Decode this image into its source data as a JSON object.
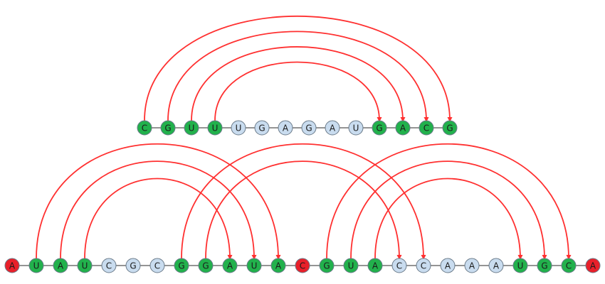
{
  "colors": {
    "paired": "#22b14c",
    "unpaired": "#c9dcef",
    "terminal": "#e8202a",
    "arc": "#ff3030"
  },
  "structures": [
    {
      "id": "hairpin",
      "bases": [
        "C",
        "G",
        "U",
        "U",
        "U",
        "G",
        "A",
        "G",
        "A",
        "U",
        "G",
        "A",
        "C",
        "G"
      ],
      "states": [
        "paired",
        "paired",
        "paired",
        "paired",
        "unpaired",
        "unpaired",
        "unpaired",
        "unpaired",
        "unpaired",
        "unpaired",
        "paired",
        "paired",
        "paired",
        "paired"
      ],
      "pairs": [
        [
          0,
          13
        ],
        [
          1,
          12
        ],
        [
          2,
          11
        ],
        [
          3,
          10
        ]
      ]
    },
    {
      "id": "pseudoknot",
      "bases": [
        "A",
        "U",
        "A",
        "U",
        "C",
        "G",
        "C",
        "G",
        "G",
        "A",
        "U",
        "A",
        "C",
        "G",
        "U",
        "A",
        "C",
        "C",
        "A",
        "A",
        "A",
        "U",
        "G",
        "C",
        "A"
      ],
      "states": [
        "terminal",
        "paired",
        "paired",
        "paired",
        "unpaired",
        "unpaired",
        "unpaired",
        "paired",
        "paired",
        "paired",
        "paired",
        "paired",
        "terminal",
        "paired",
        "paired",
        "paired",
        "unpaired",
        "unpaired",
        "unpaired",
        "unpaired",
        "unpaired",
        "paired",
        "paired",
        "paired",
        "terminal"
      ],
      "pairs": [
        [
          1,
          11
        ],
        [
          2,
          10
        ],
        [
          3,
          9
        ],
        [
          7,
          17
        ],
        [
          8,
          16
        ],
        [
          13,
          23
        ],
        [
          14,
          22
        ],
        [
          15,
          21
        ]
      ]
    }
  ]
}
